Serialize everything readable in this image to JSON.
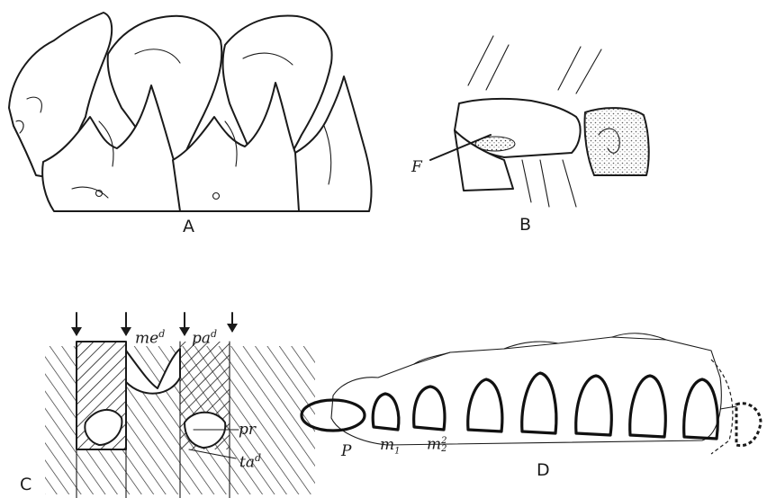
{
  "panels": [
    {
      "letter": "A"
    },
    {
      "letter": "B",
      "labels": {
        "f": "F"
      }
    },
    {
      "letter": "C",
      "labels": {
        "me": "me",
        "me_sup": "d",
        "pa": "pa",
        "pa_sup": "d",
        "pr": "pr",
        "ta": "ta",
        "ta_sup": "d"
      }
    },
    {
      "letter": "D",
      "labels": {
        "p": "P",
        "m1": "m",
        "m1_sub": "1",
        "m2": "m",
        "m2_sub": "2",
        "m2_sup": "2"
      }
    }
  ]
}
